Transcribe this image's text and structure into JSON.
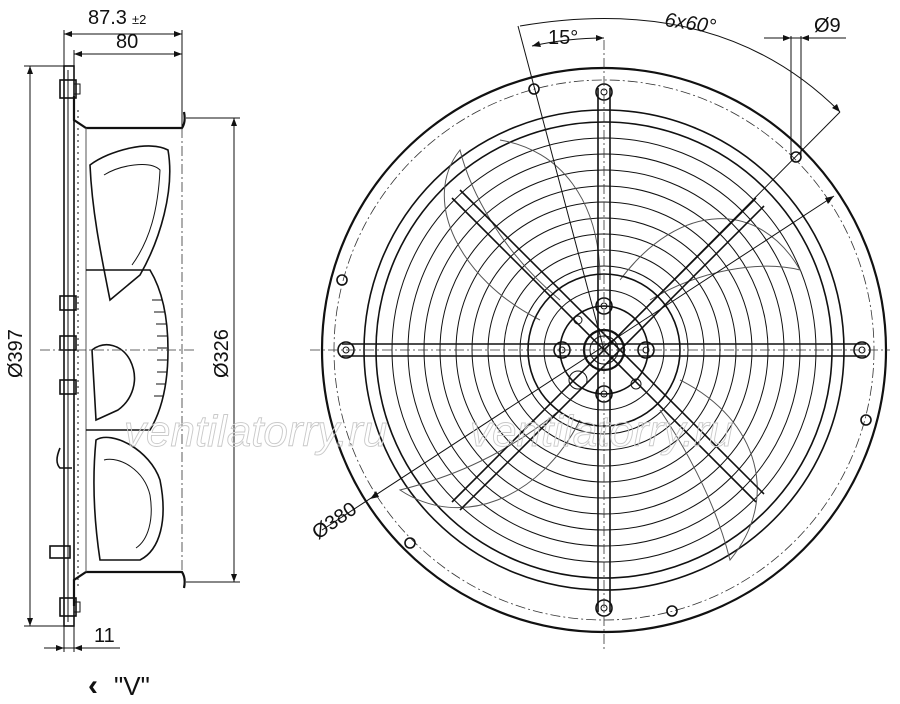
{
  "dimensions": {
    "depth_total": "87.3",
    "depth_tolerance": "±2",
    "depth_housing": "80",
    "flange_thickness": "11",
    "outer_diameter": "Ø397",
    "inner_diameter": "Ø326",
    "bolt_circle": "Ø380",
    "angle_offset": "15°",
    "hole_pattern": "6x60°",
    "hole_diameter": "Ø9"
  },
  "view_label": "\"V\"",
  "view_arrow": "‹",
  "watermark": "ventilatorry.ru"
}
